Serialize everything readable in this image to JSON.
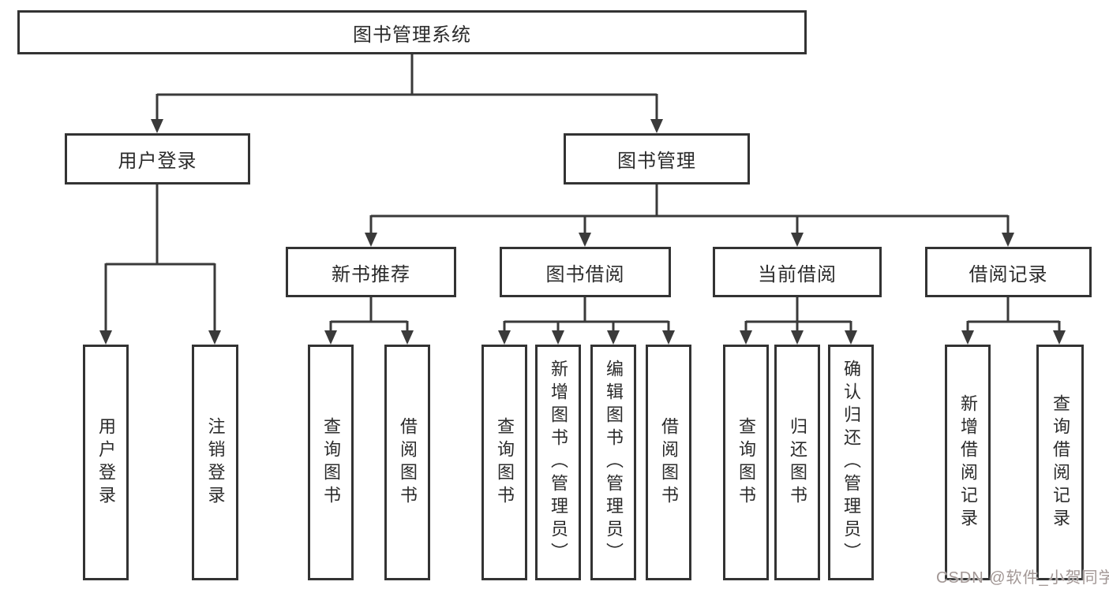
{
  "diagram": {
    "title": "图书管理系统",
    "root": {
      "label": "图书管理系统"
    },
    "level2": [
      {
        "label": "用户登录"
      },
      {
        "label": "图书管理"
      }
    ],
    "level3": [
      {
        "label": "新书推荐"
      },
      {
        "label": "图书借阅"
      },
      {
        "label": "当前借阅"
      },
      {
        "label": "借阅记录"
      }
    ],
    "leaves": {
      "login": [
        {
          "label": "用户登录"
        },
        {
          "label": "注销登录"
        }
      ],
      "recommend": [
        {
          "label": "查询图书"
        },
        {
          "label": "借阅图书"
        }
      ],
      "borrow": [
        {
          "label": "查询图书"
        },
        {
          "label": "新增图书（管理员）"
        },
        {
          "label": "编辑图书（管理员）"
        },
        {
          "label": "借阅图书"
        }
      ],
      "current": [
        {
          "label": "查询图书"
        },
        {
          "label": "归还图书"
        },
        {
          "label": "确认归还（管理员）"
        }
      ],
      "records": [
        {
          "label": "新增借阅记录"
        },
        {
          "label": "查询借阅记录"
        }
      ]
    },
    "watermark": "CSDN @软件_小贺同学",
    "colors": {
      "line": "#3a3a3a",
      "box_border": "#333333",
      "text": "#2b2b2b",
      "background": "#ffffff",
      "watermark": "#a29795"
    }
  }
}
